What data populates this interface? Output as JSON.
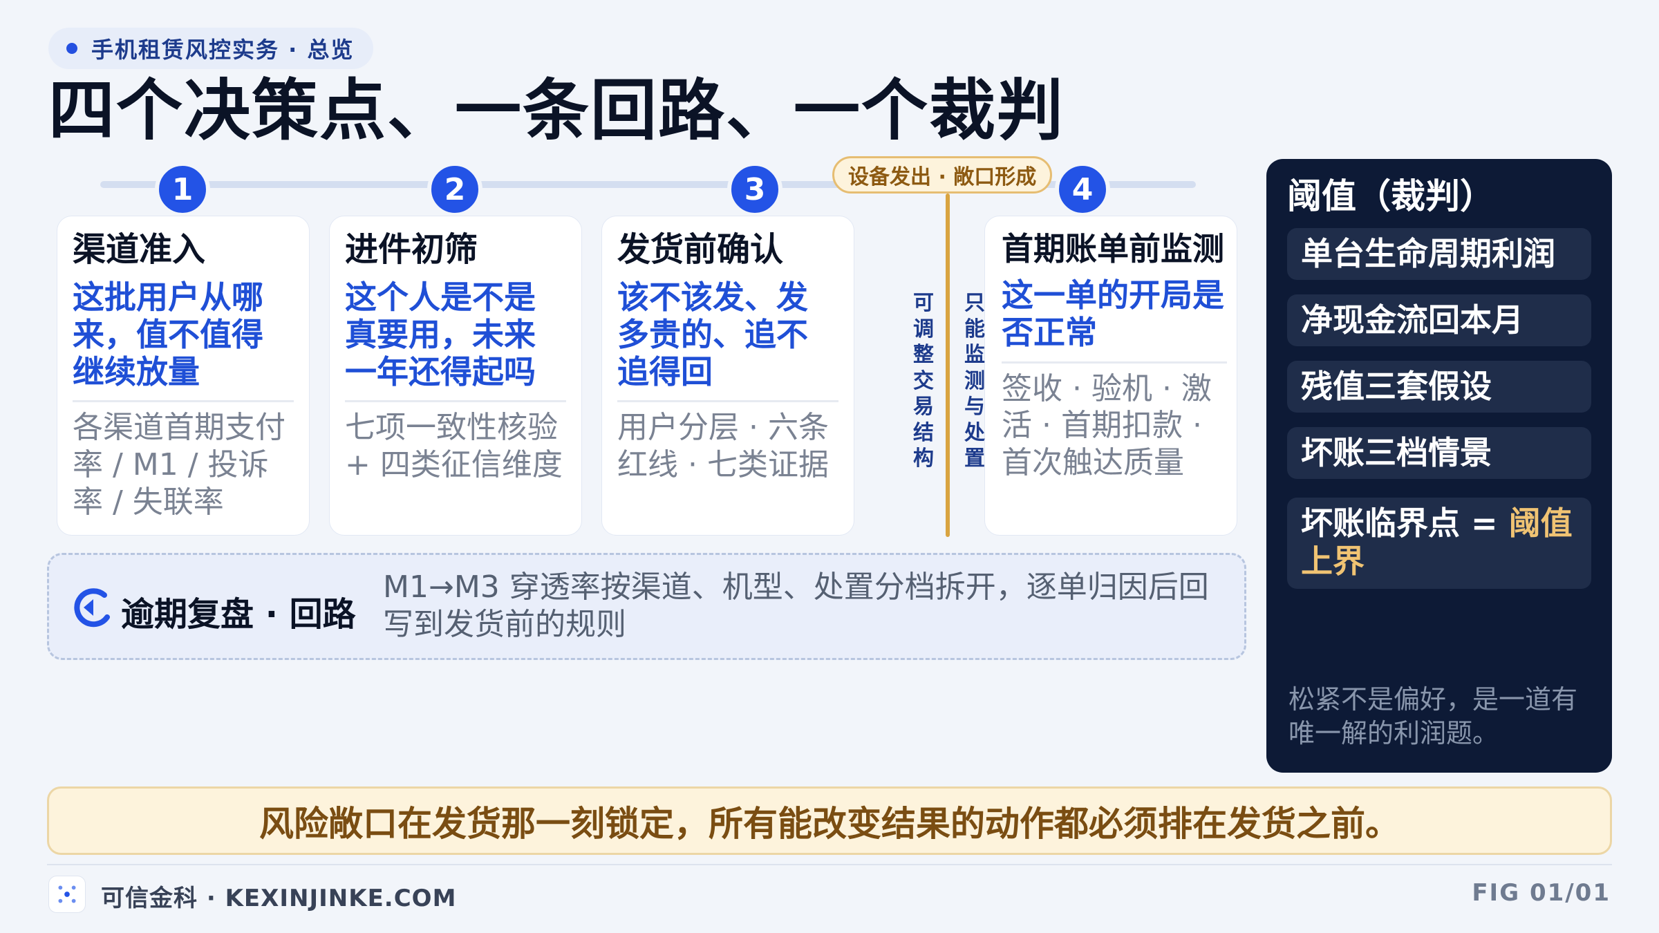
{
  "header": {
    "section_label": "手机租赁风控实务 · 总览",
    "title": "四个决策点、一条回路、一个裁判"
  },
  "steps": [
    {
      "number": "1",
      "title": "渠道准入",
      "question": "这批用户从哪来，值不值得继续放量",
      "detail": "各渠道首期支付率 / M1 / 投诉率 / 失联率"
    },
    {
      "number": "2",
      "title": "进件初筛",
      "question": "这个人是不是真要用，未来一年还得起吗",
      "detail": "七项一致性核验 + 四类征信维度"
    },
    {
      "number": "3",
      "title": "发货前确认",
      "question": "该不该发、发多贵的、追不追得回",
      "detail": "用户分层 · 六条红线 · 七类证据"
    },
    {
      "number": "4",
      "title": "首期账单前监测",
      "question": "这一单的开局是否正常",
      "detail": "签收 · 验机 · 激活 · 首期扣款 · 首次触达质量"
    }
  ],
  "shipment": {
    "tag": "设备发出 · 敞口形成",
    "before_label": "可调整交易结构",
    "after_label": "只能监测与处置"
  },
  "loop": {
    "label": "逾期复盘 · 回路",
    "text": "M1→M3 穿透率按渠道、机型、处置分档拆开，逐单归因后回写到发货前的规则"
  },
  "threshold_panel": {
    "title": "阈值（裁判）",
    "items": [
      "单台生命周期利润",
      "净现金流回本月",
      "残值三套假设",
      "坏账三档情景"
    ],
    "last_item_prefix": "坏账临界点 = ",
    "last_item_highlight": "阈值上界",
    "note": "松紧不是偏好，是一道有唯一解的利润题。"
  },
  "banner": {
    "text": "风险敞口在发货那一刻锁定，所有能改变结果的动作都必须排在发货之前。"
  },
  "footer": {
    "brand": "可信金科 · KEXINJINKE.COM",
    "figure": "FIG 01/01"
  },
  "colors": {
    "accent_blue": "#2353e6",
    "gold": "#d9a441",
    "panel_dark": "#0d1a36",
    "highlight_gold": "#f0c373"
  }
}
